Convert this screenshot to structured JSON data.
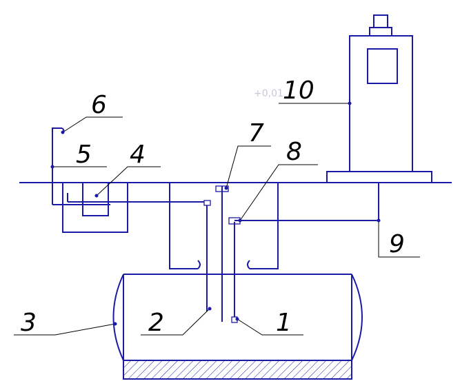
{
  "labels": {
    "l1": "1",
    "l2": "2",
    "l3": "3",
    "l4": "4",
    "l5": "5",
    "l6": "6",
    "l7": "7",
    "l8": "8",
    "l9": "9",
    "l10": "10"
  },
  "watermark": "+0,01",
  "colors": {
    "line": "#1a1aa6",
    "leader": "#000000"
  }
}
